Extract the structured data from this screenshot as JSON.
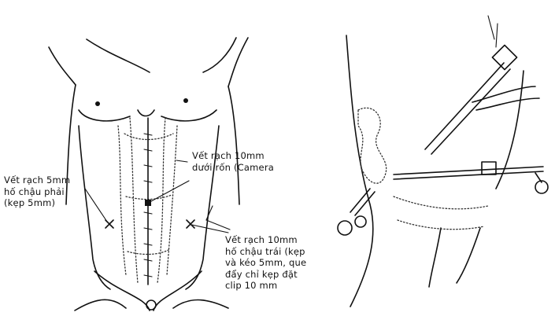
{
  "labels": {
    "right_iliac_5mm": "Vết rạch 5mm\nhố chậu phải\n(kẹp 5mm)",
    "umbilical_10mm": "Vết rạch 10mm\ndưới rốn (Camera",
    "left_iliac_10mm": "Vết rạch 10mm\nhố chậu trái (kẹp\nvà kéo 5mm, que\nđẩy chỉ kẹp đặt\nclip 10 mm"
  }
}
